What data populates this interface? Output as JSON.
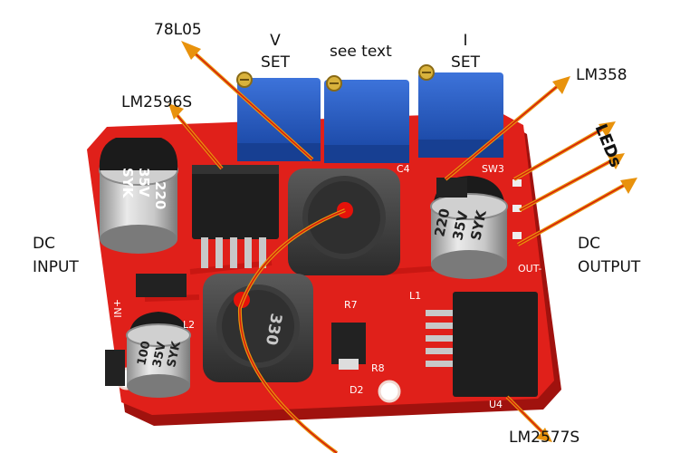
{
  "labels": {
    "l78l05": "78L05",
    "v_set_1": "V",
    "v_set_2": "SET",
    "see_text": "see text",
    "i_set_1": "I",
    "i_set_2": "SET",
    "lm358": "LM358",
    "lm2596s": "LM2596S",
    "leds": "LEDs",
    "dc_input_1": "DC",
    "dc_input_2": "INPUT",
    "dc_output_1": "DC",
    "dc_output_2": "OUTPUT",
    "lm2577s": "LM2577S"
  },
  "markings": {
    "cap_left": "220",
    "cap_left_2": "35V",
    "cap_left_3": "SYK",
    "cap_right": "220",
    "cap_right_2": "35V",
    "cap_right_3": "SYK",
    "cap_bottom": "100",
    "cap_bottom_2": "35V",
    "cap_bottom_3": "SYK",
    "inductor": "330",
    "r7": "R7",
    "r8": "R8",
    "d2": "D2",
    "l1": "L1",
    "l2": "L2",
    "u4": "U4",
    "in_plus": "+NI",
    "out_minus": "OUT-",
    "sw3": "SW3",
    "c4": "C4"
  },
  "colors": {
    "pcb": "#e0201a",
    "pcb_dark": "#b31410",
    "pot_blue": "#2a5fc9",
    "arrow": "#e8920c",
    "arrow_red": "#d4190e",
    "marker_red": "#e5120a"
  }
}
